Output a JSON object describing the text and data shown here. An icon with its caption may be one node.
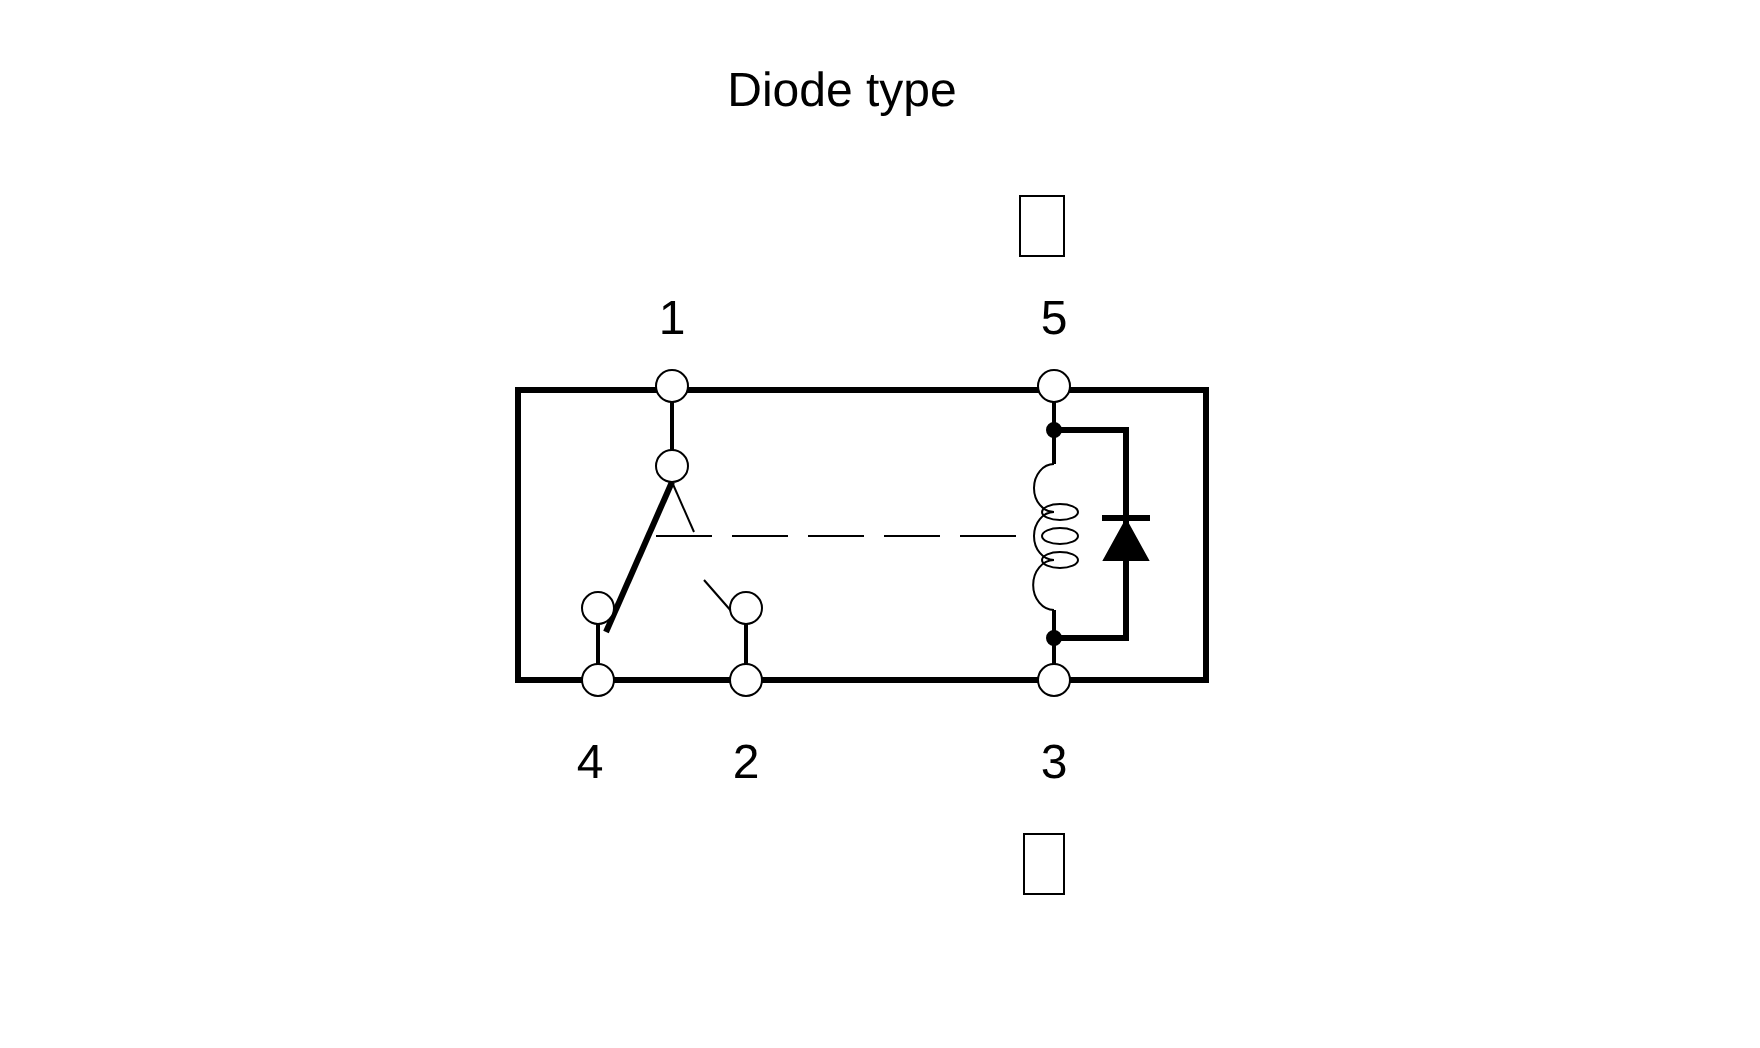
{
  "diagram": {
    "title": "Diode type",
    "labels": [
      "1",
      "5",
      "4",
      "2",
      "3"
    ]
  }
}
